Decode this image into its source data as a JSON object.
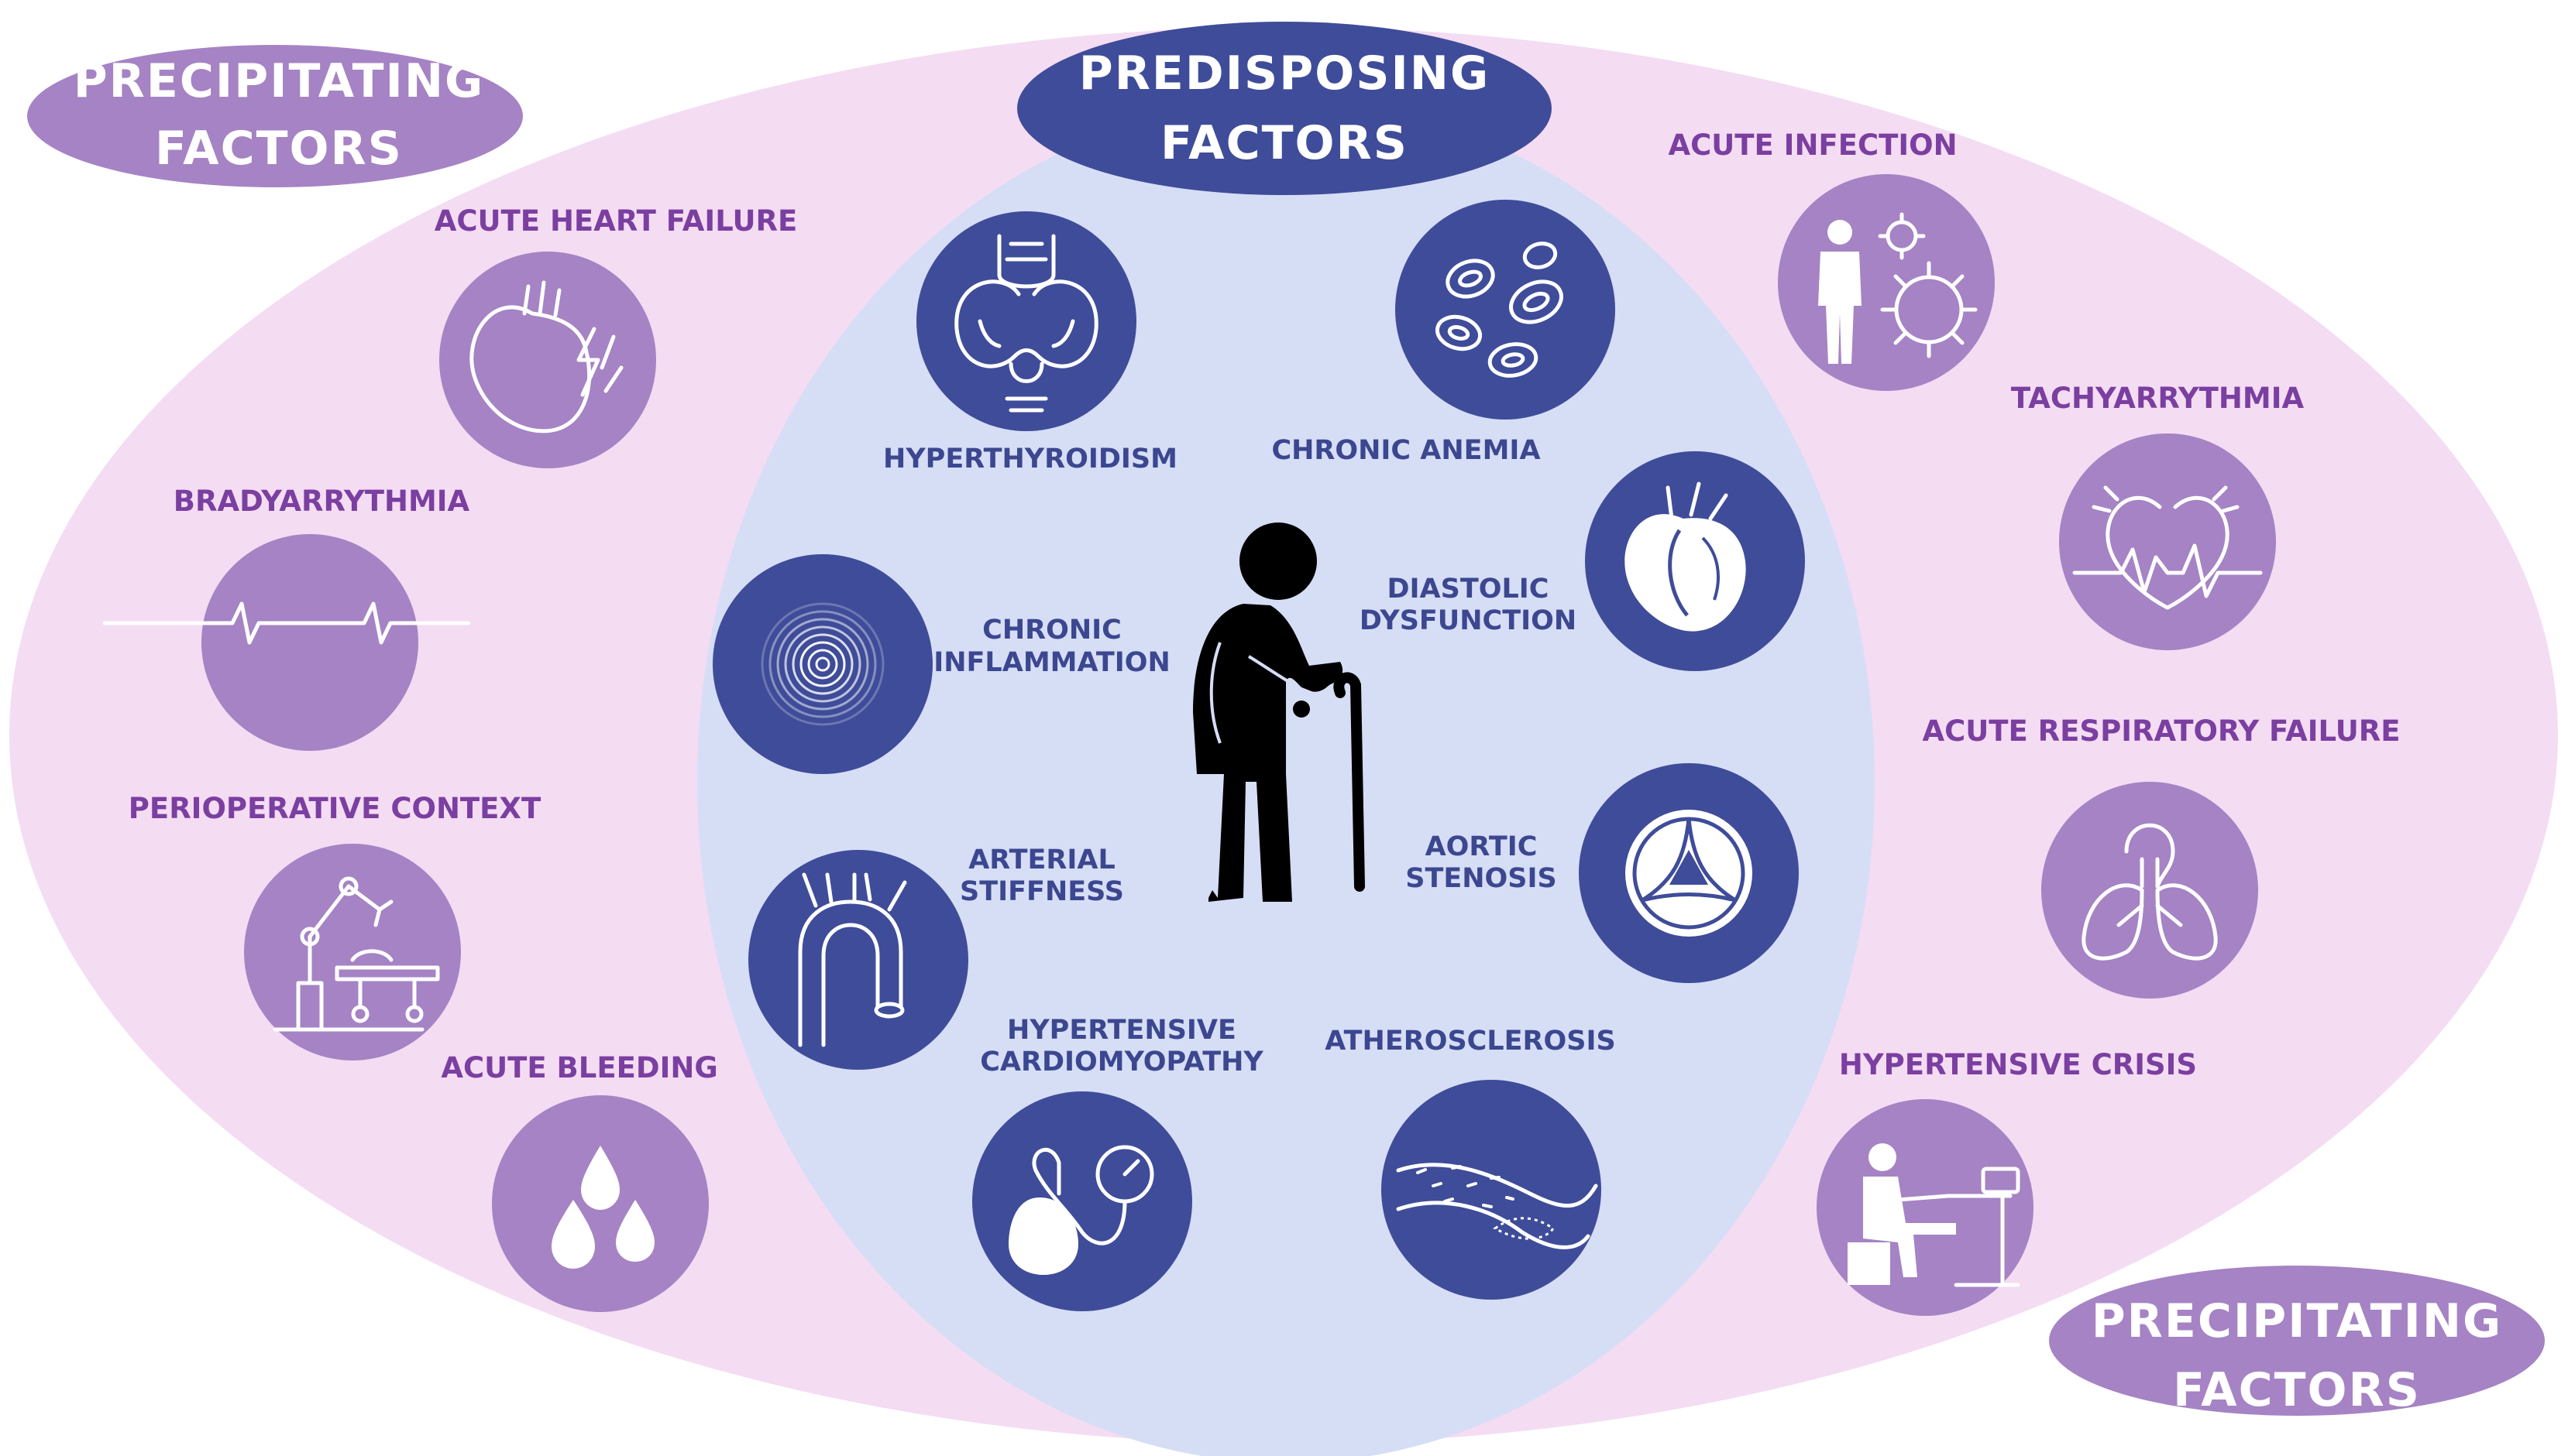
{
  "title_left": {
    "line1": "PRECIPITATING",
    "line2": "FACTORS"
  },
  "title_center": {
    "line1": "PREDISPOSING",
    "line2": "FACTORS"
  },
  "title_right": {
    "line1": "PRECIPITATING",
    "line2": "FACTORS"
  },
  "precipitating_left": {
    "acute_heart_failure": "ACUTE HEART FAILURE",
    "bradyarrythmia": "BRADYARRYTHMIA",
    "perioperative_context": "PERIOPERATIVE CONTEXT",
    "acute_bleeding": "ACUTE BLEEDING"
  },
  "precipitating_right": {
    "acute_infection": "ACUTE INFECTION",
    "tachyarrythmia": "TACHYARRYTHMIA",
    "acute_respiratory_failure": "ACUTE RESPIRATORY FAILURE",
    "hypertensive_crisis": "HYPERTENSIVE CRISIS"
  },
  "predisposing": {
    "hyperthyroidism": "HYPERTHYROIDISM",
    "chronic_anemia": "CHRONIC ANEMIA",
    "chronic_inflammation": {
      "line1": "CHRONIC",
      "line2": "INFLAMMATION"
    },
    "diastolic_dysfunction": {
      "line1": "DIASTOLIC",
      "line2": "DYSFUNCTION"
    },
    "arterial_stiffness": {
      "line1": "ARTERIAL",
      "line2": "STIFFNESS"
    },
    "aortic_stenosis": {
      "line1": "AORTIC",
      "line2": "STENOSIS"
    },
    "hypertensive_cardiomyopathy": {
      "line1": "HYPERTENSIVE",
      "line2": "CARDIOMYOPATHY"
    },
    "atherosclerosis": "ATHEROSCLEROSIS"
  },
  "colors": {
    "outer_ellipse": "#f4dcf3",
    "inner_ellipse": "#d6def6",
    "precipitating_circle": "#a583c4",
    "predisposing_circle": "#3f4c99",
    "pill_precipitating": "#a583c4",
    "pill_predisposing": "#3f4c99",
    "precipitating_text": "#7a3fa0",
    "predisposing_text": "#3c4790",
    "figure": "#000000"
  },
  "icons": [
    "heart-lightning-icon",
    "ecg-line-icon",
    "surgical-robot-icon",
    "blood-drops-icon",
    "person-virus-icon",
    "heart-arrhythmia-icon",
    "lungs-icon",
    "blood-pressure-patient-icon",
    "thyroid-icon",
    "red-blood-cells-icon",
    "concentric-rings-icon",
    "heart-icon",
    "aorta-icon",
    "aortic-valve-icon",
    "sphygmomanometer-icon",
    "artery-plaque-icon",
    "elderly-person-cane-icon"
  ]
}
